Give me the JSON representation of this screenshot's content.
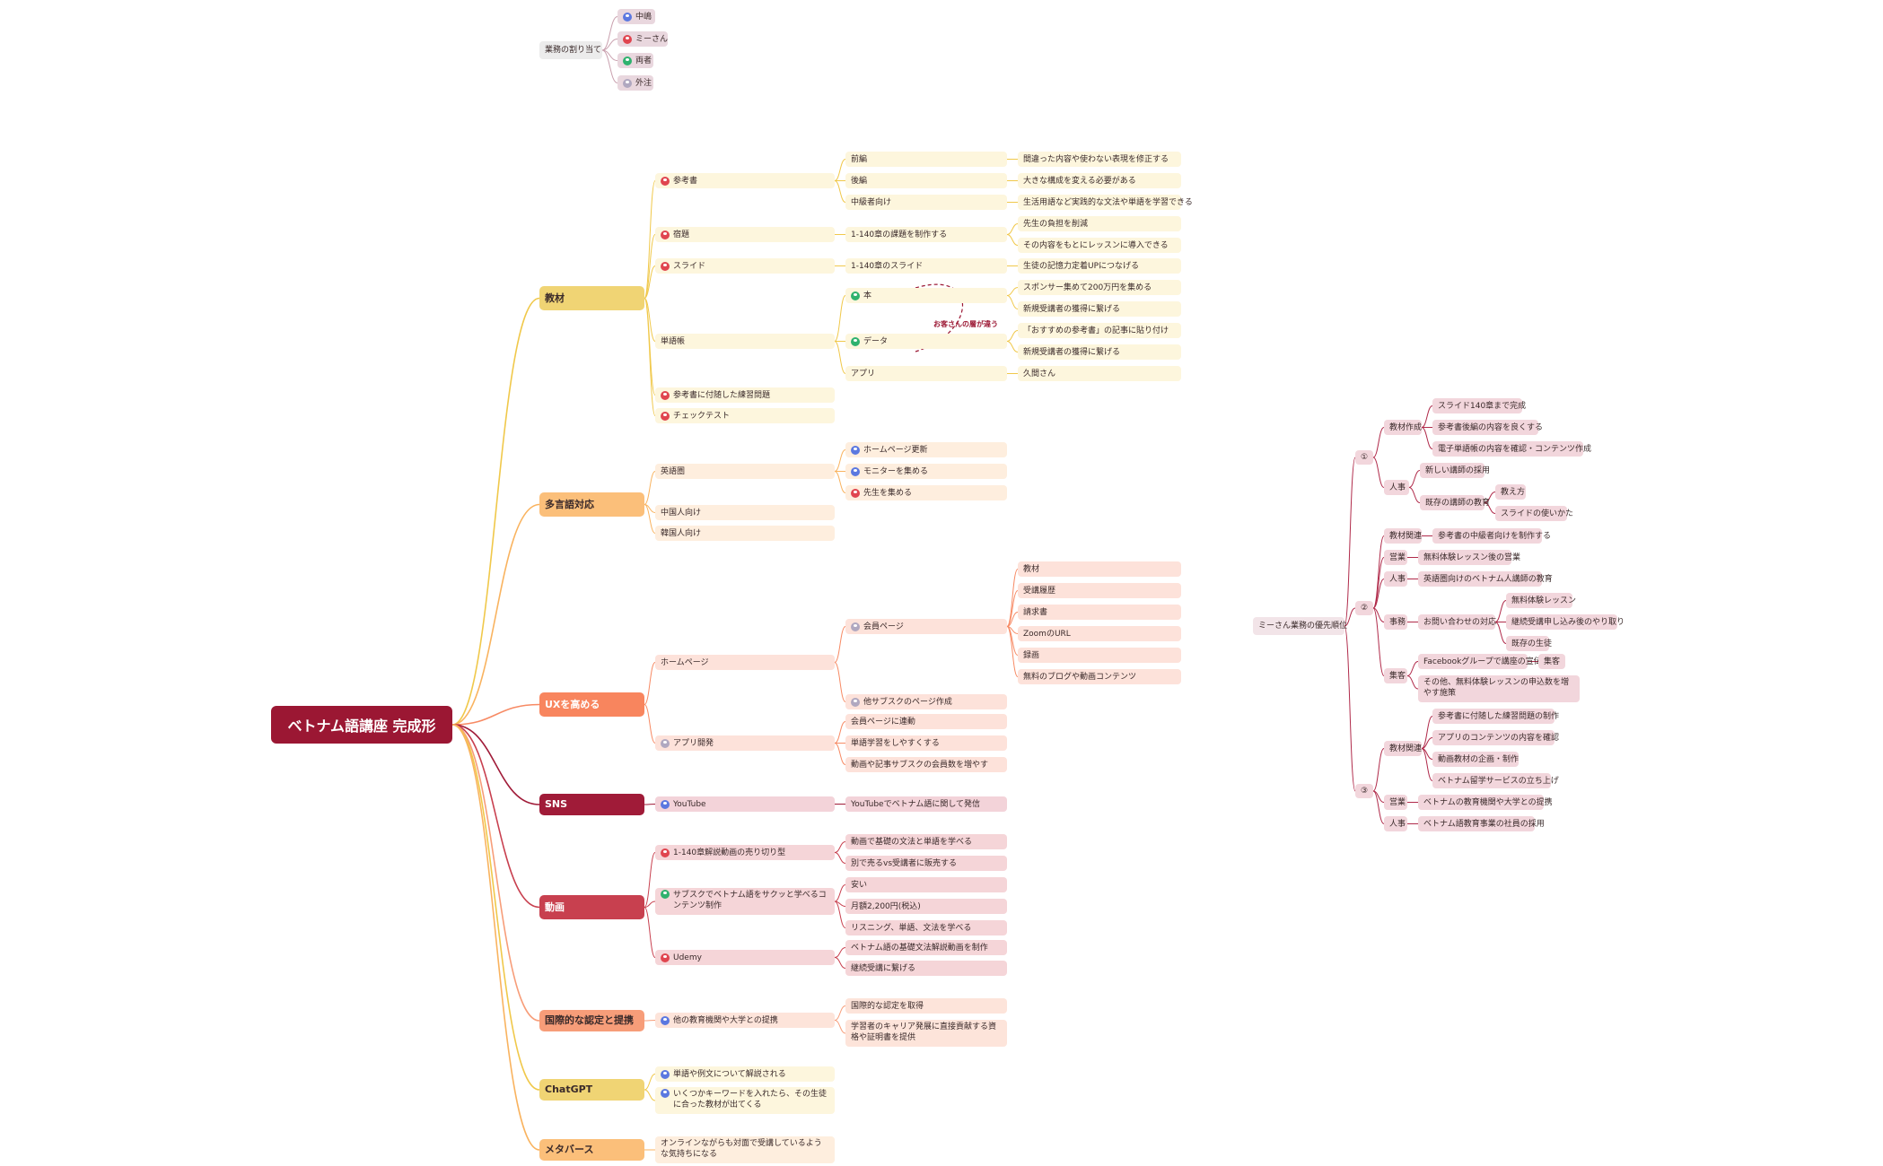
{
  "colors": {
    "root": "#9b1733",
    "kyozai": "#f0d474",
    "kyozai_light": "#fdf6dd",
    "tagengo": "#fbbf7a",
    "tagengo_light": "#feeede",
    "ux": "#f8855e",
    "ux_light": "#fde2da",
    "sns": "#a01b38",
    "sns_light": "#f3d3d9",
    "douga": "#c8404f",
    "douga_light": "#f5d5d8",
    "kokusai": "#f79d79",
    "kokusai_light": "#fde4da",
    "chatgpt": "#f0d474",
    "metaverse": "#fbbf7a",
    "priority": "#b02a4a",
    "priority_light": "#f2d6dc"
  },
  "mindmap": {
    "root": {
      "label": "ベトナム語講座 完成形"
    },
    "gyoumu": {
      "label": "業務の割り当て",
      "members": [
        {
          "label": "中嶋",
          "icon": "blue-avatar-icon"
        },
        {
          "label": "ミーさん",
          "icon": "red-avatar-icon"
        },
        {
          "label": "両者",
          "icon": "green-avatar-icon"
        },
        {
          "label": "外注",
          "icon": "gray-avatar-icon"
        }
      ]
    },
    "branches": {
      "kyozai": {
        "label": "教材"
      },
      "tagengo": {
        "label": "多言語対応"
      },
      "ux": {
        "label": "UXを高める"
      },
      "sns": {
        "label": "SNS"
      },
      "douga": {
        "label": "動画"
      },
      "kokusai": {
        "label": "国際的な認定と提携"
      },
      "chatgpt": {
        "label": "ChatGPT"
      },
      "metaverse": {
        "label": "メタバース"
      }
    },
    "nodes": {
      "sankousho": "参考書",
      "zenpen": "前編",
      "zenpen_d": "間違った内容や使わない表現を修正する",
      "kouhen": "後編",
      "kouhen_d": "大きな構成を変える必要がある",
      "chukyu": "中級者向け",
      "chukyu_d": "生活用語など実践的な文法や単語を学習できる",
      "shukudai": "宿題",
      "shukudai_1": "1-140章の課題を制作する",
      "shukudai_a": "先生の負担を削減",
      "shukudai_b": "その内容をもとにレッスンに導入できる",
      "slide": "スライド",
      "slide_1": "1-140章のスライド",
      "slide_a": "生徒の記憶力定着UPにつなげる",
      "tangocho": "単語帳",
      "hon": "本",
      "hon_a": "スポンサー集めて200万円を集める",
      "hon_b": "新規受講者の獲得に繋げる",
      "data": "データ",
      "data_a": "「おすすめの参考書」の記事に貼り付け",
      "data_b": "新規受講者の獲得に繋げる",
      "app": "アプリ",
      "app_a": "久間さん",
      "note": "お客さんの層が違う",
      "renshu": "参考書に付随した練習問題",
      "check": "チェックテスト",
      "eigoken": "英語圏",
      "hp_koushin": "ホームページ更新",
      "monitor": "モニターを集める",
      "sensei": "先生を集める",
      "chugoku": "中国人向け",
      "kankoku": "韓国人向け",
      "homepage": "ホームページ",
      "kaiin": "会員ページ",
      "kaiin_1": "教材",
      "kaiin_2": "受講履歴",
      "kaiin_3": "請求書",
      "kaiin_4": "ZoomのURL",
      "kaiin_5": "録画",
      "kaiin_6": "無料のブログや動画コンテンツ",
      "tasabusuku": "他サブスクのページ作成",
      "appkaihatsu": "アプリ開発",
      "app_1": "会員ページに連動",
      "app_2": "単語学習をしやすくする",
      "app_3": "動画や記事サブスクの会員数を増やす",
      "youtube": "YouTube",
      "youtube_a": "YouTubeでベトナム語に関して発信",
      "kirisyou": "1-140章解説動画の売り切り型",
      "kiri_a": "動画で基礎の文法と単語を学べる",
      "kiri_b": "別で売るvs受講者に販売する",
      "sabusuku": "サブスクでベトナム語をサクッと学べるコンテンツ制作",
      "sab_a": "安い",
      "sab_b": "月額2,200円(税込)",
      "sab_c": "リスニング、単語、文法を学べる",
      "udemy": "Udemy",
      "udemy_a": "ベトナム語の基礎文法解説動画を制作",
      "udemy_b": "継続受講に繋げる",
      "teikei": "他の教育機関や大学との提携",
      "teikei_a": "国際的な認定を取得",
      "teikei_b": "学習者のキャリア発展に直接貢献する資格や証明書を提供",
      "gpt_a": "単語や例文について解説される",
      "gpt_b": "いくつかキーワードを入れたら、その生徒に合った教材が出てくる",
      "meta_a": "オンラインながらも対面で受講しているような気持ちになる"
    },
    "priority": {
      "root": "ミーさん業務の優先順位",
      "p1": "①",
      "p2": "②",
      "p3": "③",
      "p1_kyozai": "教材作成",
      "p1_k1": "スライド140章まで完成",
      "p1_k2": "参考書後編の内容を良くする",
      "p1_k3": "電子単語帳の内容を確認・コンテンツ作成",
      "p1_jinji": "人事",
      "p1_j1": "新しい講師の採用",
      "p1_j2": "既存の講師の教育",
      "p1_j2a": "教え方",
      "p1_j2b": "スライドの使いかた",
      "p2_kyozai": "教材関連",
      "p2_k1": "参考書の中級者向けを制作する",
      "p2_eigyo": "営業",
      "p2_e1": "無料体験レッスン後の営業",
      "p2_jinji": "人事",
      "p2_j1": "英語圏向けのベトナム人講師の教育",
      "p2_jimu": "事務",
      "p2_jm1": "お問い合わせの対応",
      "p2_jm1a": "無料体験レッスン",
      "p2_jm1b": "継続受講申し込み後のやり取り",
      "p2_jm1c": "既存の生徒",
      "p2_shukyaku": "集客",
      "p2_s1": "Facebookグループで講座の宣伝",
      "p2_s1a": "集客",
      "p2_s2": "その他、無料体験レッスンの申込数を増やす施策",
      "p3_kyozai": "教材関連",
      "p3_k1": "参考書に付随した練習問題の制作",
      "p3_k2": "アプリのコンテンツの内容を確認",
      "p3_k3": "動画教材の企画・制作",
      "p3_k4": "ベトナム留学サービスの立ち上げ",
      "p3_eigyo": "営業",
      "p3_e1": "ベトナムの教育機関や大学との提携",
      "p3_jinji": "人事",
      "p3_j1": "ベトナム語教育事業の社員の採用"
    }
  }
}
